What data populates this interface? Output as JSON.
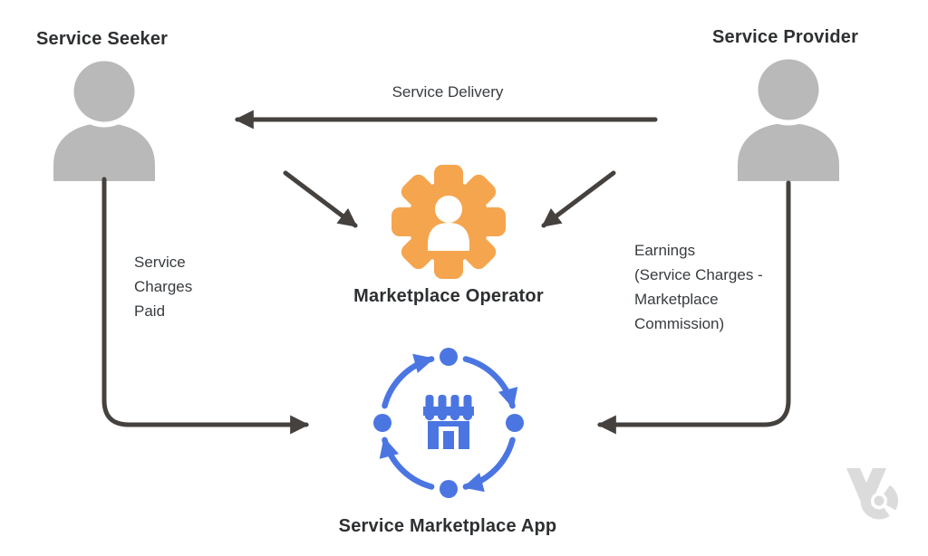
{
  "colors": {
    "accent_orange": "#F5A54E",
    "accent_blue": "#4B76E2",
    "person_gray": "#B9B9B9",
    "line_dark": "#45413E",
    "text_dark": "#2D2F31",
    "text_body": "#383C3F",
    "watermark_gray": "#DBDBDB",
    "bg": "#FFFFFF"
  },
  "nodes": {
    "seeker": {
      "label": "Service Seeker",
      "icon": "person-icon"
    },
    "provider": {
      "label": "Service Provider",
      "icon": "person-icon"
    },
    "operator": {
      "label": "Marketplace Operator",
      "icon": "gear-person-icon"
    },
    "app": {
      "label": "Service Marketplace App",
      "icon": "marketplace-store-cycle-icon"
    }
  },
  "edges": {
    "service_delivery": {
      "label": "Service Delivery"
    },
    "service_charges_paid": {
      "lines": [
        "Service",
        "Charges",
        "Paid"
      ]
    },
    "earnings": {
      "lines": [
        "Earnings",
        "(Service Charges -",
        "Marketplace",
        "Commission)"
      ]
    }
  },
  "watermark": {
    "icon": "brand-logo-watermark"
  }
}
